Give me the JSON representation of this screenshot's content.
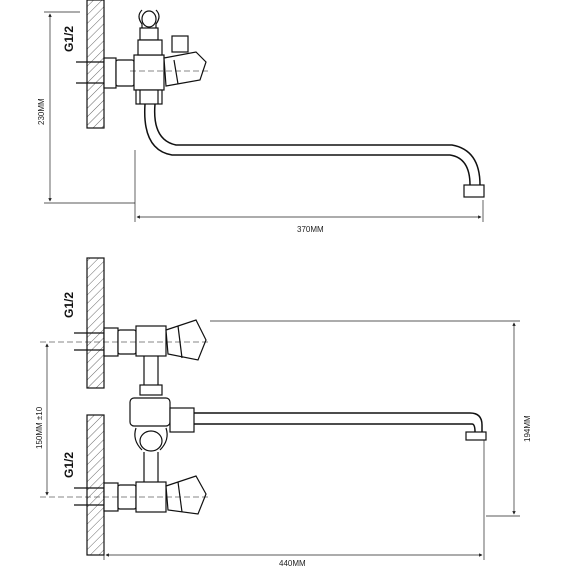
{
  "top_view": {
    "thread_label": "G1/2",
    "height_dim": "230MM",
    "length_dim": "370MM"
  },
  "front_view": {
    "thread_label_upper": "G1/2",
    "thread_label_lower": "G1/2",
    "spacing_dim": "150MM ±10",
    "height_dim": "194MM",
    "length_dim": "440MM"
  }
}
